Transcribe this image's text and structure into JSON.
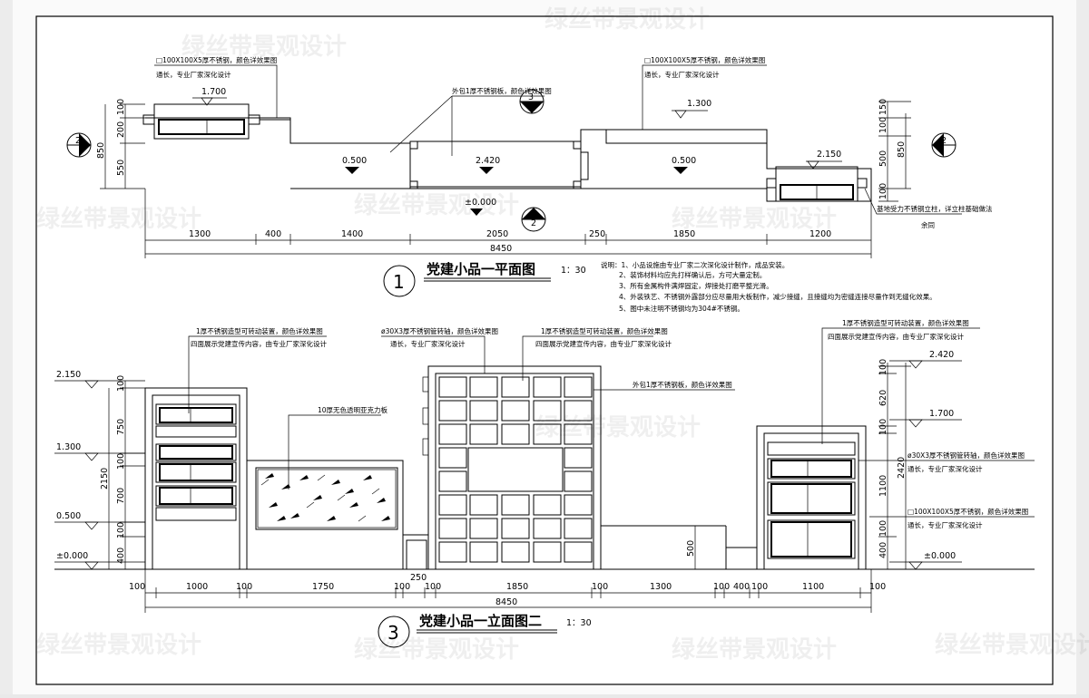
{
  "plan": {
    "title": "党建小品一平面图",
    "scale": "1：30",
    "number": "1",
    "section_marks": [
      "2",
      "2",
      "2",
      "3"
    ],
    "total": "8450",
    "segments": [
      "1300",
      "400",
      "1400",
      "2050",
      "250",
      "1850",
      "1200"
    ],
    "elevations": [
      "1.700",
      "0.500",
      "2.420",
      "0.500",
      "1.300",
      "2.150",
      "±0.000"
    ],
    "left_dims": [
      "100",
      "200",
      "850",
      "550"
    ],
    "right_dims": [
      "150",
      "100",
      "850",
      "500",
      "100"
    ],
    "callouts": {
      "tube_left_1": "□100X100X5厚不锈钢，颜色详效果图",
      "tube_left_2": "通长，专业厂家深化设计",
      "tube_right_1": "□100X100X5厚不锈钢，颜色详效果图",
      "tube_right_2": "通长，专业厂家深化设计",
      "cladding": "外包1厚不锈钢板，颜色详效果图",
      "column_1": "基地受力不锈钢立柱，详立柱基础做法",
      "column_2": "余同"
    },
    "notes": [
      "说明：1、小品设施由专业厂家二次深化设计制作，成品安装。",
      "2、装饰材料均应先打样确认后，方可大量定制。",
      "3、所有金属构件满焊固定，焊接处打磨平整光滑。",
      "4、外装铁艺、不锈钢外露部分应尽量用大板制作，减少接缝，且接缝均为密缝连接尽量作到无缝化效果。",
      "5、图中未注明不锈钢均为304#不锈钢。"
    ]
  },
  "elev": {
    "title": "党建小品一立面图二",
    "scale": "1：30",
    "number": "3",
    "total": "8450",
    "segments": [
      "100",
      "1000",
      "100",
      "1750",
      "100",
      "250",
      "100",
      "1850",
      "100",
      "1300",
      "100",
      "400",
      "100",
      "1100",
      "100"
    ],
    "left_levels": [
      "2.150",
      "1.300",
      "0.500",
      "±0.000"
    ],
    "left_dims": [
      "100",
      "750",
      "2150",
      "100",
      "700",
      "100",
      "400"
    ],
    "right_levels": [
      "2.420",
      "1.700",
      "±0.000"
    ],
    "right_dims": [
      "100",
      "620",
      "100",
      "2420",
      "1100",
      "100",
      "400"
    ],
    "mid_dim": "500",
    "callouts": {
      "rot_left_1": "1厚不锈钢造型可转动装置，颜色详效果图",
      "rot_left_2": "四面展示党建宣传内容，由专业厂家深化设计",
      "acrylic": "10厚无色透明亚克力板",
      "pipe_1": "ø30X3厚不锈钢管转轴，颜色详效果图",
      "pipe_2": "通长，专业厂家深化设计",
      "rot_mid_1": "1厚不锈钢造型可转动装置，颜色详效果图",
      "rot_mid_2": "四面展示党建宣传内容，由专业厂家深化设计",
      "cladding": "外包1厚不锈钢板，颜色详效果图",
      "rot_right_1": "1厚不锈钢造型可转动装置，颜色详效果图",
      "rot_right_2": "四面展示党建宣传内容，由专业厂家深化设计",
      "pipe_r_1": "ø30X3厚不锈钢管转轴，颜色详效果图",
      "pipe_r_2": "通长，专业厂家深化设计",
      "tube_r_1": "□100X100X5厚不锈钢，颜色详效果图",
      "tube_r_2": "通长，专业厂家深化设计"
    }
  },
  "watermark": "绿丝带景观设计"
}
